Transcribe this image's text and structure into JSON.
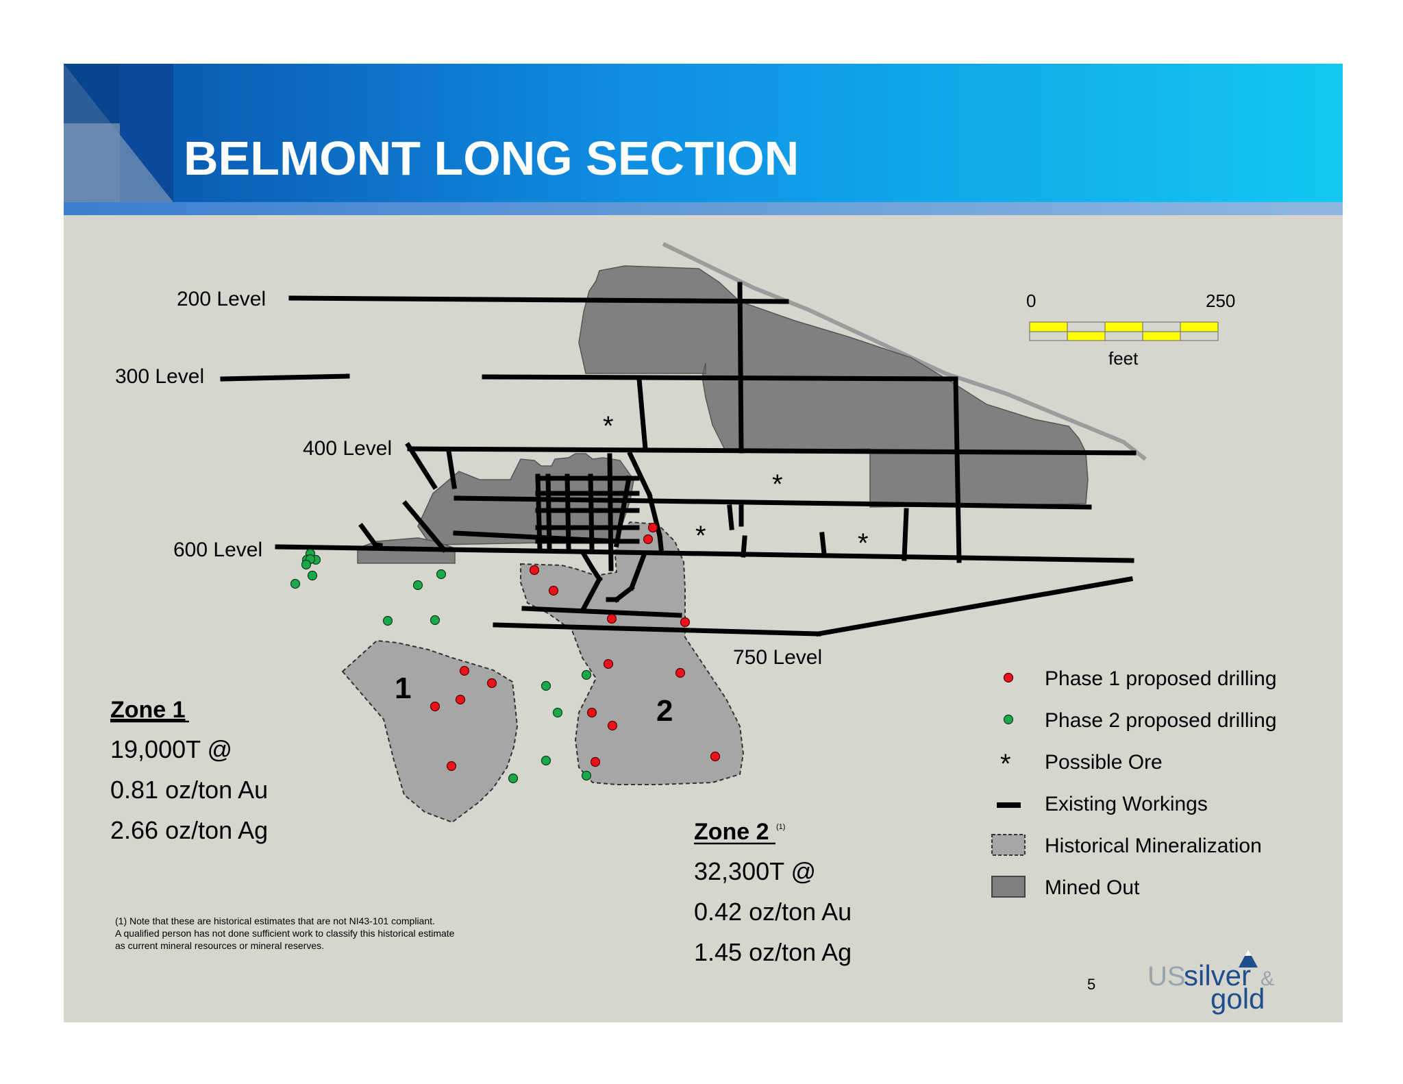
{
  "title": "BELMONT LONG SECTION",
  "levels": {
    "l200": "200 Level",
    "l300": "300 Level",
    "l400": "400 Level",
    "l600": "600 Level",
    "l750": "750 Level"
  },
  "scale_bar": {
    "min": "0",
    "max": "250",
    "unit": "feet"
  },
  "zone_markers": {
    "zone1": "1",
    "zone2": "2"
  },
  "ore_marker": "*",
  "zone1": {
    "heading": "Zone 1",
    "tonnage": "19,000T @",
    "gold": "0.81 oz/ton Au",
    "silver": "2.66 oz/ton Ag"
  },
  "zone2": {
    "heading": "Zone 2",
    "footnote_ref": "(1)",
    "tonnage": "32,300T @",
    "gold": "0.42 oz/ton Au",
    "silver": "1.45 oz/ton Ag"
  },
  "legend": {
    "phase1": "Phase 1 proposed drilling",
    "phase2": "Phase 2 proposed drilling",
    "possible_ore_symbol": "*",
    "possible_ore": "Possible Ore",
    "existing_workings": "Existing Workings",
    "historical_mineralization": "Historical Mineralization",
    "mined_out": "Mined Out"
  },
  "footnote": {
    "line1": "(1)  Note that these are historical estimates that are not NI43-101 compliant.",
    "line2": "A qualified person has not done sufficient work to classify this historical estimate",
    "line3": "as current mineral resources or mineral reserves."
  },
  "page_number": "5",
  "logo": {
    "us": "US",
    "silver": "silver",
    "amp": "&",
    "gold": "gold"
  },
  "colors": {
    "header_gradient_start": "#0a4fa8",
    "header_gradient_end": "#12c6f0",
    "background": "#d6d6ce",
    "phase1": "#e8141c",
    "phase2": "#1aa84a",
    "mined_out": "#808080",
    "historical_mineralization": "#a6a6a6",
    "scale_yellow": "#ffff00"
  }
}
